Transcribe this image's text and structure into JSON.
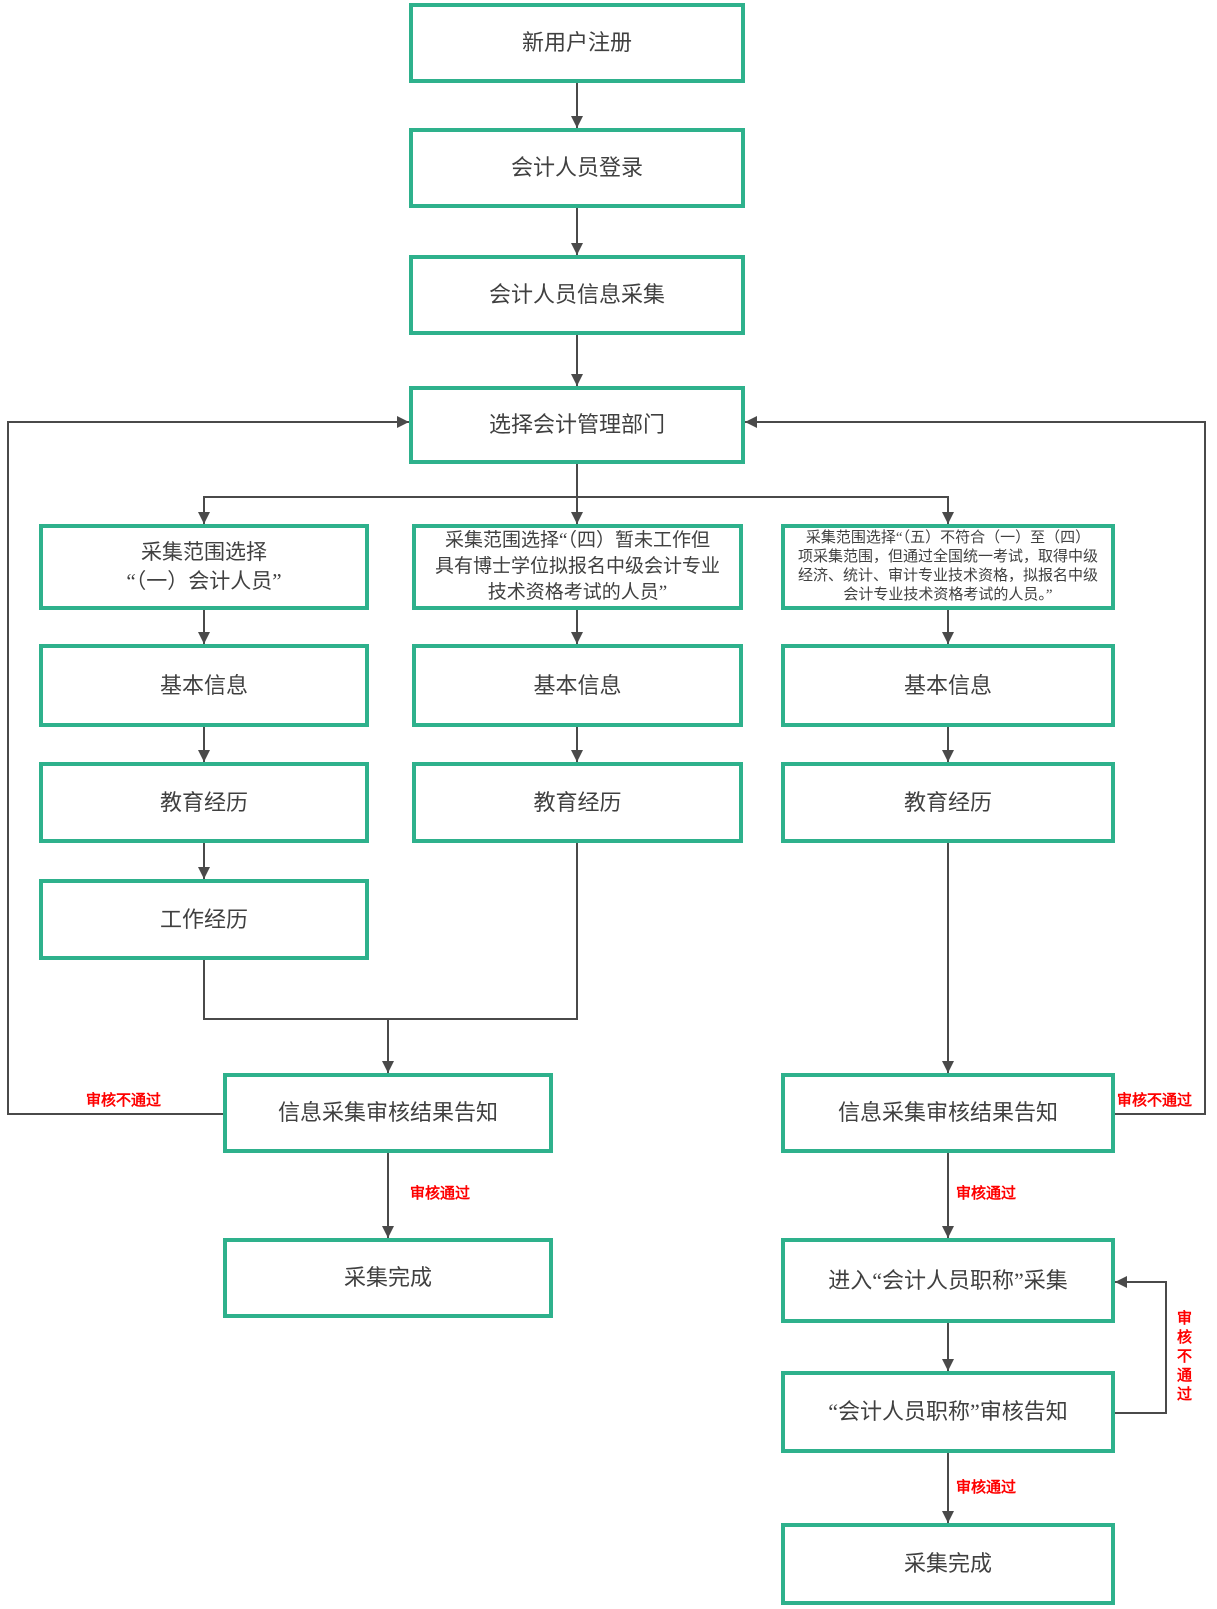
{
  "colors": {
    "box_border_green": "#2eb18c",
    "connector_gray": "#4a4a4a",
    "edge_label_red": "#fe0000",
    "node_text": "#404040"
  },
  "nodes": {
    "register": "新用户注册",
    "login": "会计人员登录",
    "collect": "会计人员信息采集",
    "select_dept": "选择会计管理部门",
    "scope_1": "采集范围选择\n“（一）会计人员”",
    "scope_4": "采集范围选择“（四）暂未工作但\n具有博士学位拟报名中级会计专业\n技术资格考试的人员”",
    "scope_5": "采集范围选择“（五）不符合（一）至（四）\n项采集范围，但通过全国统一考试，取得中级\n经济、统计、审计专业技术资格，拟报名中级\n会计专业技术资格考试的人员。”",
    "basic_info_1": "基本信息",
    "basic_info_4": "基本信息",
    "basic_info_5": "基本信息",
    "education_1": "教育经历",
    "education_4": "教育经历",
    "education_5": "教育经历",
    "work_history_1": "工作经历",
    "result_left": "信息采集审核结果告知",
    "result_right": "信息采集审核结果告知",
    "done_left": "采集完成",
    "enter_title_collect": "进入“会计人员职称”采集",
    "title_audit_notice": "“会计人员职称”审核告知",
    "done_right": "采集完成"
  },
  "edge_labels": {
    "fail_left": "审核不通过",
    "fail_right": "审核不通过",
    "fail_inner": "审核不通过",
    "pass_left": "审核通过",
    "pass_right_top": "审核通过",
    "pass_right_bottom": "审核通过"
  }
}
